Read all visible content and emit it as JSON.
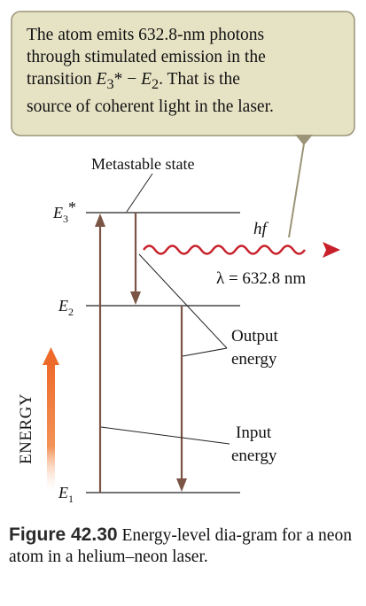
{
  "callout": {
    "line1": "The atom emits 632.8-nm photons",
    "line2": "through stimulated emission in the",
    "line3_pre": "transition ",
    "line3_math": "E",
    "line3_sub1": "3",
    "line3_star_minus": "* − ",
    "line3_math2": "E",
    "line3_sub2": "2",
    "line3_post": ". That is the",
    "line4": "source of coherent light in the laser."
  },
  "labels": {
    "metastable": "Metastable state",
    "e3": "E",
    "e3_sub": "3",
    "e3_star": "*",
    "e2": "E",
    "e2_sub": "2",
    "e1": "E",
    "e1_sub": "1",
    "hf": "hf",
    "wavelength": "λ = 632.8 nm",
    "output_line1": "Output",
    "output_line2": "energy",
    "input_line1": "Input",
    "input_line2": "energy",
    "energy_axis": "ENERGY"
  },
  "caption": {
    "figure_label": "Figure 42.30",
    "text": " Energy-level dia-gram for a neon atom in a helium–neon laser."
  },
  "colors": {
    "callout_fill": "#e6e3c5",
    "callout_stroke": "#9b9478",
    "arrow_brown": "#7a5444",
    "photon_red": "#c8202a",
    "energy_orange": "#ee6a2a"
  }
}
